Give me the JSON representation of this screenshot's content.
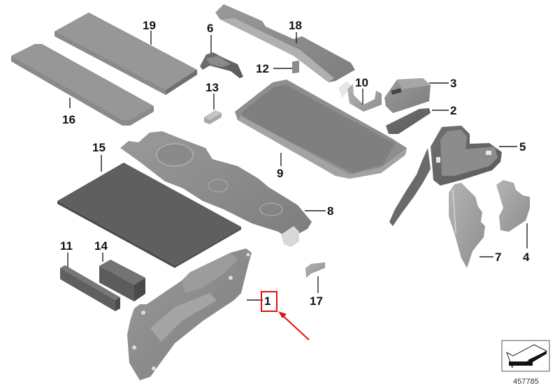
{
  "diagram": {
    "diagram_number": "457785",
    "highlight_color": "#e01010",
    "part_fill": "#8c8c8c",
    "part_fill_dark": "#666666",
    "part_fill_light": "#a8a8a8",
    "callouts": [
      {
        "id": "1",
        "label": "1",
        "highlighted": true
      },
      {
        "id": "2",
        "label": "2"
      },
      {
        "id": "3",
        "label": "3"
      },
      {
        "id": "4",
        "label": "4"
      },
      {
        "id": "5",
        "label": "5"
      },
      {
        "id": "6",
        "label": "6"
      },
      {
        "id": "7",
        "label": "7"
      },
      {
        "id": "8",
        "label": "8"
      },
      {
        "id": "9",
        "label": "9"
      },
      {
        "id": "10",
        "label": "10"
      },
      {
        "id": "11",
        "label": "11"
      },
      {
        "id": "12",
        "label": "12"
      },
      {
        "id": "13",
        "label": "13"
      },
      {
        "id": "14",
        "label": "14"
      },
      {
        "id": "15",
        "label": "15"
      },
      {
        "id": "16",
        "label": "16"
      },
      {
        "id": "17",
        "label": "17"
      },
      {
        "id": "18",
        "label": "18"
      },
      {
        "id": "19",
        "label": "19"
      }
    ],
    "nav_icon": "arrow-back-icon"
  }
}
